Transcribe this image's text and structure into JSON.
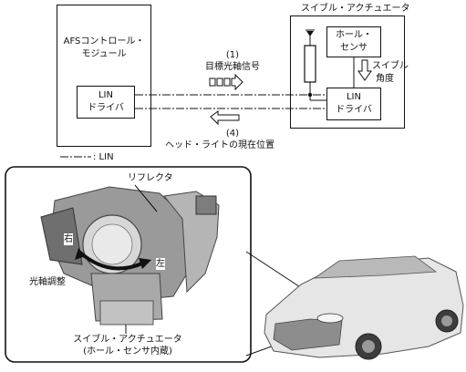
{
  "afs_module": {
    "line1": "AFSコントロール・",
    "line2": "モジュール"
  },
  "afs_lin_driver": {
    "line1": "LIN",
    "line2": "ドライバ"
  },
  "actuator_block": {
    "title": "スイブル・アクチュエータ",
    "hall_sensor": {
      "line1": "ホール・",
      "line2": "センサ"
    },
    "swivel_angle": {
      "line1": "スイブル",
      "line2": "角度"
    },
    "lin_driver": {
      "line1": "LIN",
      "line2": "ドライバ"
    }
  },
  "signals": {
    "s1_number": "(1)",
    "s1_label": "目標光軸信号",
    "s4_number": "(4)",
    "s4_label": "ヘッド・ライトの現在位置"
  },
  "legend": {
    "label": ": LIN"
  },
  "photo_panel": {
    "reflector_label": "リフレクタ",
    "right_label": "右",
    "left_label": "左",
    "axis_adjust_label": "光軸調整",
    "actuator_line1": "スイブル・アクチュエータ",
    "actuator_line2": "(ホール・センサ内蔵)"
  }
}
